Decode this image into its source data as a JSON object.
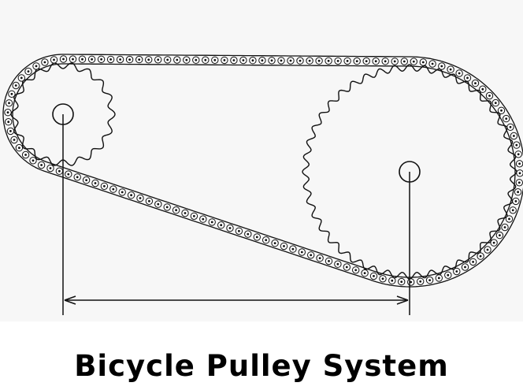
{
  "caption": "Bicycle Pulley System",
  "colors": {
    "ink": "#111111",
    "panel": "#f7f7f7",
    "background": "#ffffff",
    "caption": "#000000"
  },
  "diagram": {
    "components": {
      "small_sprocket": {
        "teeth": 18
      },
      "large_sprocket": {
        "teeth": 44
      },
      "chain": {
        "style": "roller-chain"
      },
      "center_distance": {
        "marker": "dimension-arrow"
      }
    }
  }
}
